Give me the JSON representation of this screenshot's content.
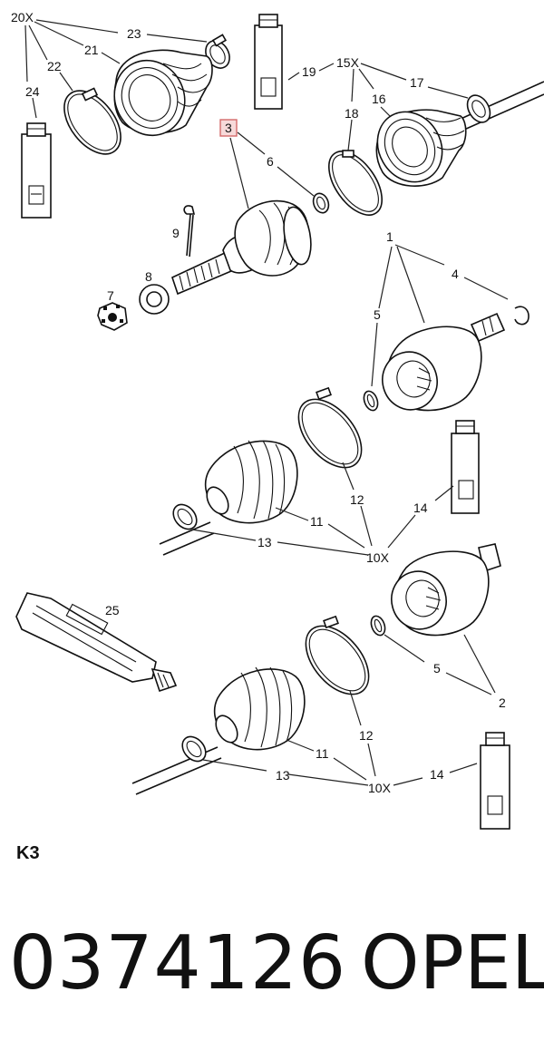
{
  "callouts": {
    "c20x": "20X",
    "c23": "23",
    "c21": "21",
    "c22": "22",
    "c24": "24",
    "c19": "19",
    "c15x": "15X",
    "c17": "17",
    "c18": "18",
    "c16": "16",
    "c3": "3",
    "c6": "6",
    "c9": "9",
    "c8": "8",
    "c7": "7",
    "c1": "1",
    "c4": "4",
    "c5a": "5",
    "c12a": "12",
    "c14a": "14",
    "c11a": "11",
    "c13a": "13",
    "c10xa": "10X",
    "c25": "25",
    "c5b": "5",
    "c2": "2",
    "c12b": "12",
    "c11b": "11",
    "c13b": "13",
    "c10xb": "10X",
    "c14b": "14"
  },
  "highlighted_callout": "3",
  "section_code": "K3",
  "part_number": "0374126",
  "brand": "OPEL"
}
